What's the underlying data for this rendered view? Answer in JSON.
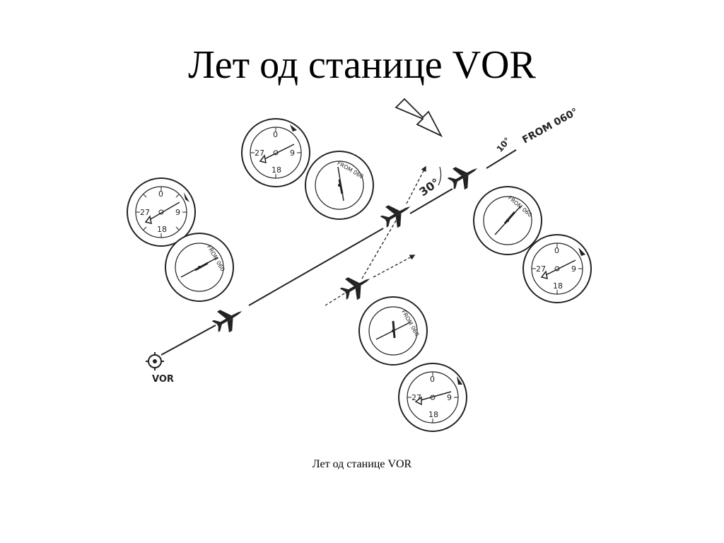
{
  "slide": {
    "title": "Лет од станице VOR",
    "caption": "Лет од станице VOR"
  },
  "diagram": {
    "station_label": "VOR",
    "radial_label": "FROM 060°",
    "intercept_angle_label": "30°",
    "correction_angle_label": "10°",
    "obs_dial_label": "FROM 060",
    "hsi_card_labels": {
      "north": "0",
      "east": "9",
      "south": "18",
      "west": "27"
    },
    "icons": [
      "vor-station-icon",
      "airplane-icon",
      "wind-arrow-icon"
    ]
  }
}
